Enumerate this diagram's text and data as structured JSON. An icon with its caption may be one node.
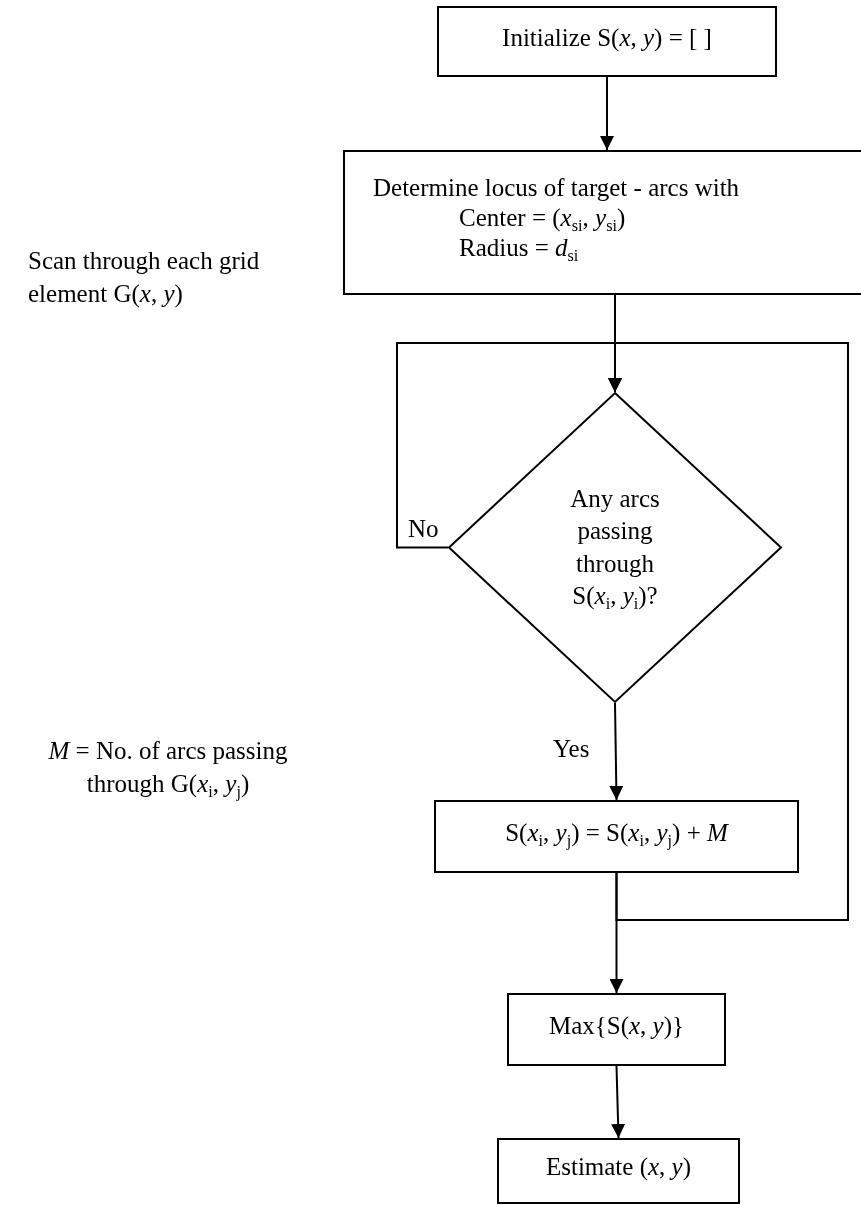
{
  "diagram": {
    "nodes": [
      {
        "text": [
          "Initialize S(*x*, *y*) = [ ]"
        ]
      },
      {
        "text": [
          "Determine locus of target - arcs with",
          "Center = (*x*$_{si}$, *y*$_{si}$)",
          "Radius = *d*$_{si}$"
        ]
      },
      {
        "text": [
          "Any arcs passing through S(*x*$_{i}$, *y*$_{i}$)?"
        ]
      },
      {
        "text": [
          "S(*x*$_{i}$, *y*$_{j}$) = S(*x*$_{i}$, *y*$_{j}$) + *M*"
        ]
      },
      {
        "text": [
          "Max{S(*x*, *y*)}"
        ]
      },
      {
        "text": [
          "Estimate (*x*, *y*)"
        ]
      }
    ],
    "edges": [
      {
        "from": 0,
        "to": 1,
        "arrow": "to"
      },
      {
        "from": 1,
        "to": 2,
        "arrow": "to"
      },
      {
        "from": 2,
        "to": 2,
        "arrow": "to",
        "label": "No"
      },
      {
        "from": 2,
        "to": 3,
        "arrow": "to",
        "label": "Yes"
      },
      {
        "from": 3,
        "to": 2,
        "arrow": "to"
      },
      {
        "from": 3,
        "to": 4,
        "arrow": "to"
      },
      {
        "from": 4,
        "to": 5,
        "arrow": "to"
      }
    ],
    "labels": [
      "Scan through each grid element G(*x*, *y*)",
      "*M* = No. of arcs passing through G(*x*$_{i}$, *y*$_{j}$)"
    ]
  }
}
